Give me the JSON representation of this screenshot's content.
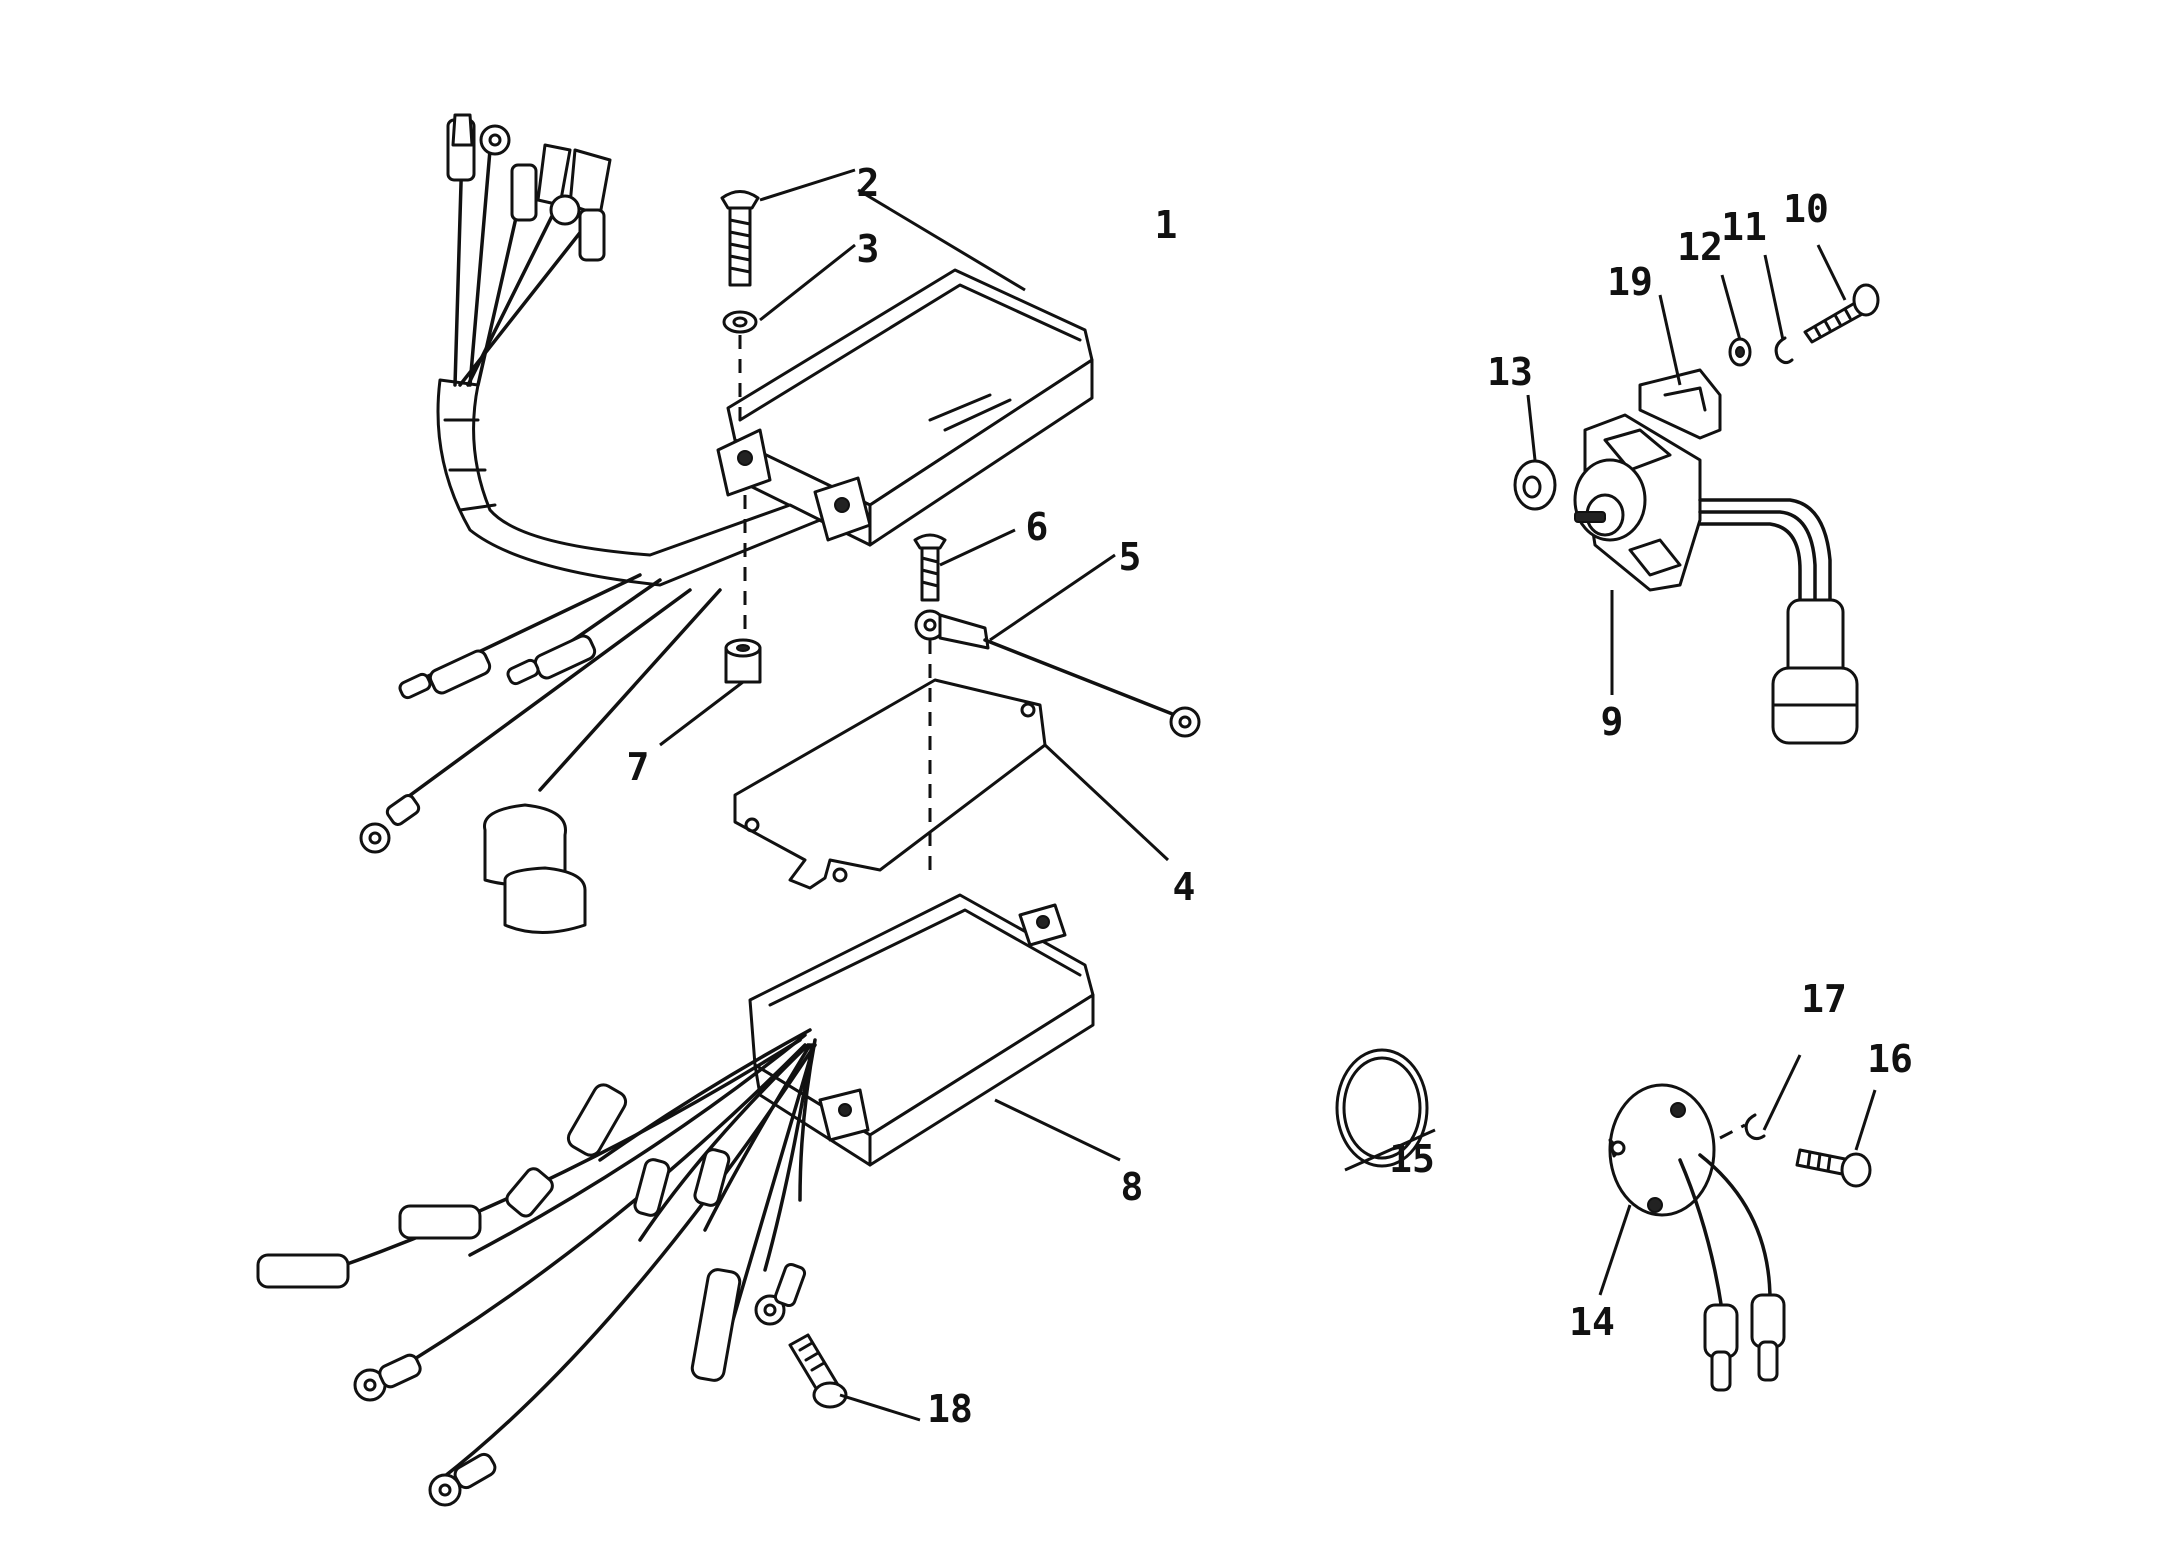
{
  "diagram": {
    "colors": {
      "ink": "#111111",
      "paper": "#ffffff"
    },
    "callouts": [
      {
        "id": "1",
        "label": "1"
      },
      {
        "id": "2",
        "label": "2"
      },
      {
        "id": "3",
        "label": "3"
      },
      {
        "id": "4",
        "label": "4"
      },
      {
        "id": "5",
        "label": "5"
      },
      {
        "id": "6",
        "label": "6"
      },
      {
        "id": "7",
        "label": "7"
      },
      {
        "id": "8",
        "label": "8"
      },
      {
        "id": "9",
        "label": "9"
      },
      {
        "id": "10",
        "label": "10"
      },
      {
        "id": "11",
        "label": "11"
      },
      {
        "id": "12",
        "label": "12"
      },
      {
        "id": "13",
        "label": "13"
      },
      {
        "id": "14",
        "label": "14"
      },
      {
        "id": "15",
        "label": "15"
      },
      {
        "id": "16",
        "label": "16"
      },
      {
        "id": "17",
        "label": "17"
      },
      {
        "id": "18",
        "label": "18"
      },
      {
        "id": "19",
        "label": "19"
      }
    ]
  }
}
